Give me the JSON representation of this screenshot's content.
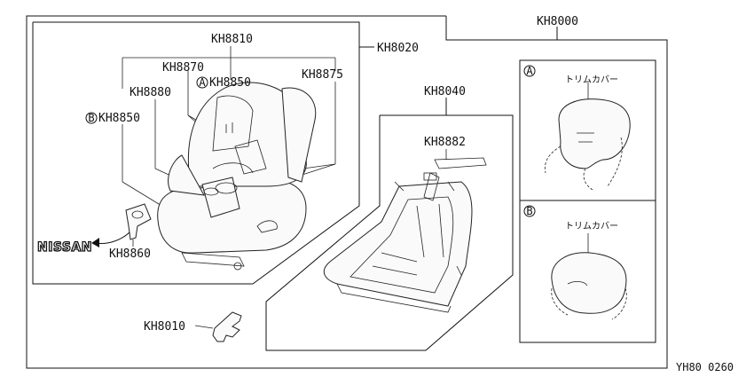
{
  "labels": {
    "kh8000": "KH8000",
    "kh8020": "KH8020",
    "kh8810": "KH8810",
    "kh8870": "KH8870",
    "kh8850a": "KH8850",
    "kh8875": "KH8875",
    "kh8880": "KH8880",
    "kh8850b": "KH8850",
    "kh8040": "KH8040",
    "kh8882": "KH8882",
    "kh8860": "KH8860",
    "kh8010": "KH8010"
  },
  "callouts": {
    "a": "A",
    "b": "B"
  },
  "insets": {
    "a": {
      "marker": "A",
      "caption": "トリムカバー"
    },
    "b": {
      "marker": "B",
      "caption": "トリムカバー"
    }
  },
  "brand": "NISSAN",
  "diagram_code": "YH80 0260",
  "icons": [
    "callout-circle-icon",
    "nissan-logo",
    "arrow-icon"
  ]
}
